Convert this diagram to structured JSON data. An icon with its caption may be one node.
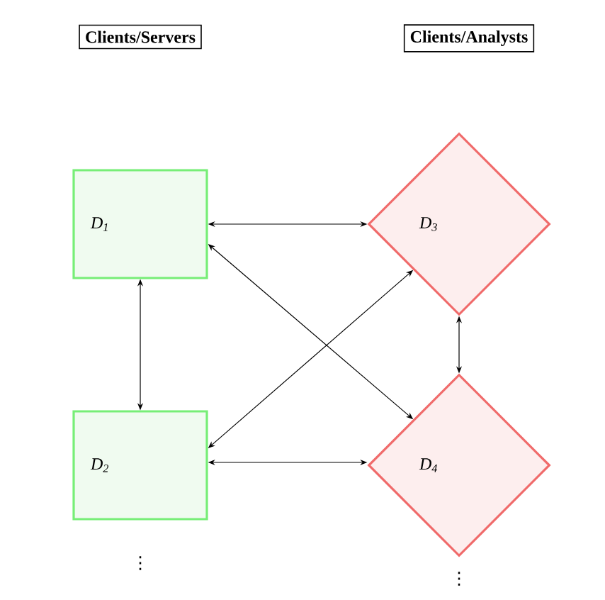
{
  "diagram": {
    "nodes": [
      {
        "text": [
          "Clients/Servers"
        ]
      },
      {
        "text": [
          "Clients/Analysts"
        ]
      },
      {
        "text": [
          "D$_{1}$"
        ]
      },
      {
        "text": [
          "D$_{2}$"
        ]
      },
      {
        "text": [
          "D$_{3}$"
        ]
      },
      {
        "text": [
          "D$_{4}$"
        ]
      }
    ],
    "edges": [
      {
        "from": 2,
        "to": 4,
        "arrow": "both"
      },
      {
        "from": 2,
        "to": 3,
        "arrow": "both"
      },
      {
        "from": 2,
        "to": 5,
        "arrow": "both"
      },
      {
        "from": 3,
        "to": 4,
        "arrow": "both"
      },
      {
        "from": 4,
        "to": 5,
        "arrow": "both"
      },
      {
        "from": 3,
        "to": 5,
        "arrow": "both"
      }
    ],
    "labels": [
      "⋮",
      "⋮"
    ]
  }
}
